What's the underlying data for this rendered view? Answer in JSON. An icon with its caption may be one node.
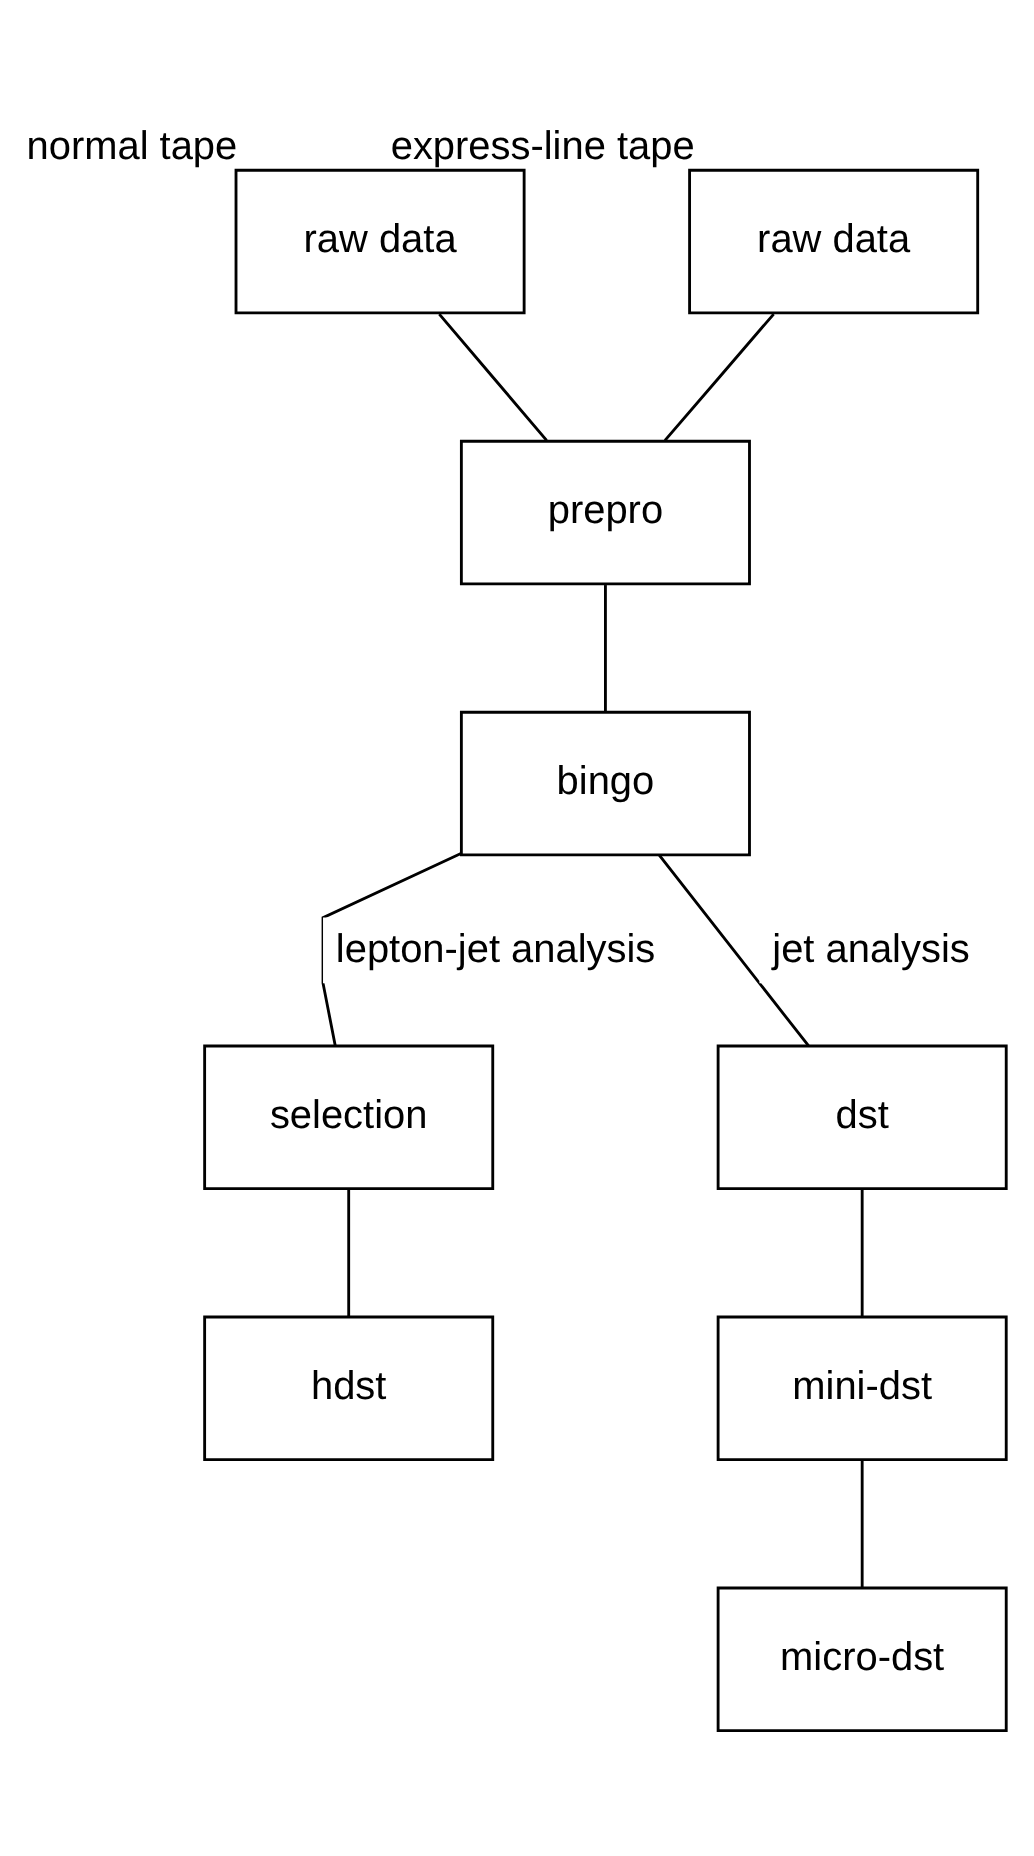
{
  "diagram": {
    "nodes": [
      {
        "text": [
          "raw data"
        ],
        "beside": [
          "normal tape"
        ]
      },
      {
        "text": [
          "raw data"
        ],
        "beside": [
          "express-line tape"
        ]
      },
      {
        "text": [
          "prepro"
        ]
      },
      {
        "text": [
          "bingo"
        ]
      },
      {
        "text": [
          "selection"
        ]
      },
      {
        "text": [
          "dst"
        ]
      },
      {
        "text": [
          "hdst"
        ]
      },
      {
        "text": [
          "mini-dst"
        ]
      },
      {
        "text": [
          "micro-dst"
        ]
      }
    ],
    "edges": [
      {
        "from": 0,
        "to": 2,
        "arrow": "none"
      },
      {
        "from": 1,
        "to": 2,
        "arrow": "none"
      },
      {
        "from": 2,
        "to": 3,
        "arrow": "none"
      },
      {
        "from": 3,
        "to": 4,
        "arrow": "none",
        "label": "lepton-jet analysis"
      },
      {
        "from": 3,
        "to": 5,
        "arrow": "none",
        "label": "jet analysis"
      },
      {
        "from": 4,
        "to": 6,
        "arrow": "none"
      },
      {
        "from": 5,
        "to": 7,
        "arrow": "none"
      },
      {
        "from": 7,
        "to": 8,
        "arrow": "none"
      }
    ]
  }
}
